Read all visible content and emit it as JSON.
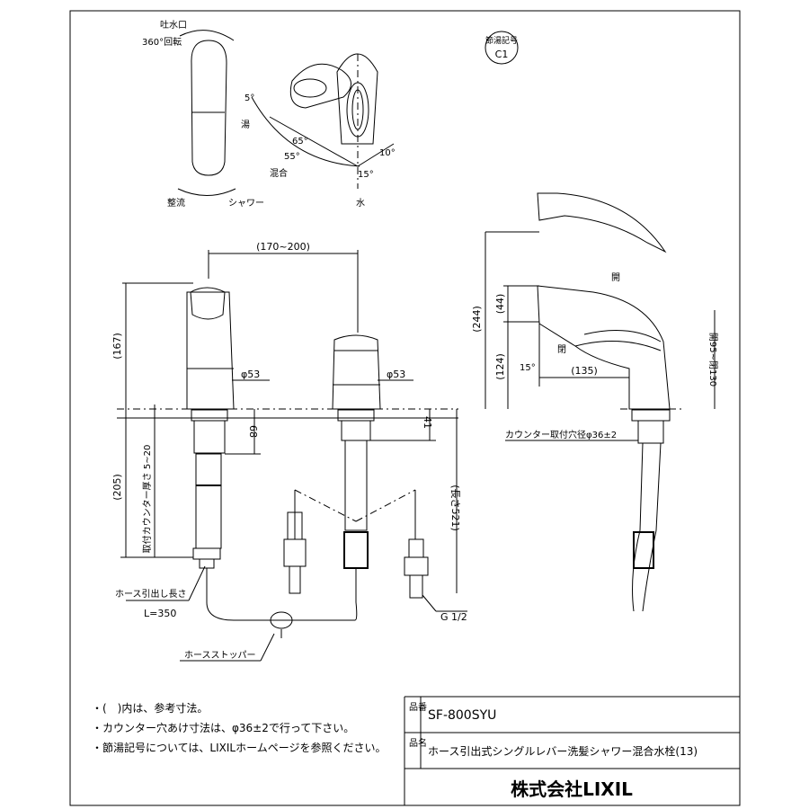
{
  "symbol": {
    "top": "節湯記号",
    "bottom": "C1"
  },
  "top_view": {
    "spout_rotation_line1": "吐水口",
    "spout_rotation_line2": "360°回転",
    "mode_left": "整流",
    "mode_right": "シャワー"
  },
  "lever": {
    "hot": "湯",
    "mix": "混合",
    "cold": "水",
    "angles": [
      "5°",
      "65°",
      "55°",
      "15°",
      "10°"
    ]
  },
  "front_view": {
    "width_range": "(170~200)",
    "height": "(167)",
    "diameter_left": "φ53",
    "diameter_right": "φ53",
    "under_depth": "68",
    "under_depth_right": "41",
    "below_height": "(205)",
    "counter_thickness": "取付カウンター厚さ 5~20",
    "length": "(長さ521)",
    "hose_length_label": "ホース引出し長さ",
    "hose_length_value": "L=350",
    "hose_stopper": "ホースストッパー",
    "thread": "G 1/2"
  },
  "side_view": {
    "total_height": "(244)",
    "upper": "(44)",
    "lower": "(124)",
    "reach": "(135)",
    "angle": "15°",
    "open_top": "開",
    "open_bottom": "閉",
    "lever_range": "開95~閉130",
    "counter_hole": "カウンター取付穴径φ36±2"
  },
  "notes": [
    "・(　)内は、参考寸法。",
    "・カウンター穴あけ寸法は、φ36±2で行って下さい。",
    "・節湯記号については、LIXILホームページを参照ください。"
  ],
  "title_block": {
    "part_no_label": "品番",
    "part_no": "SF-800SYU",
    "name_label": "品名",
    "name": "ホース引出式シングルレバー洗髪シャワー混合水栓(13)",
    "company": "株式会社LIXIL"
  }
}
